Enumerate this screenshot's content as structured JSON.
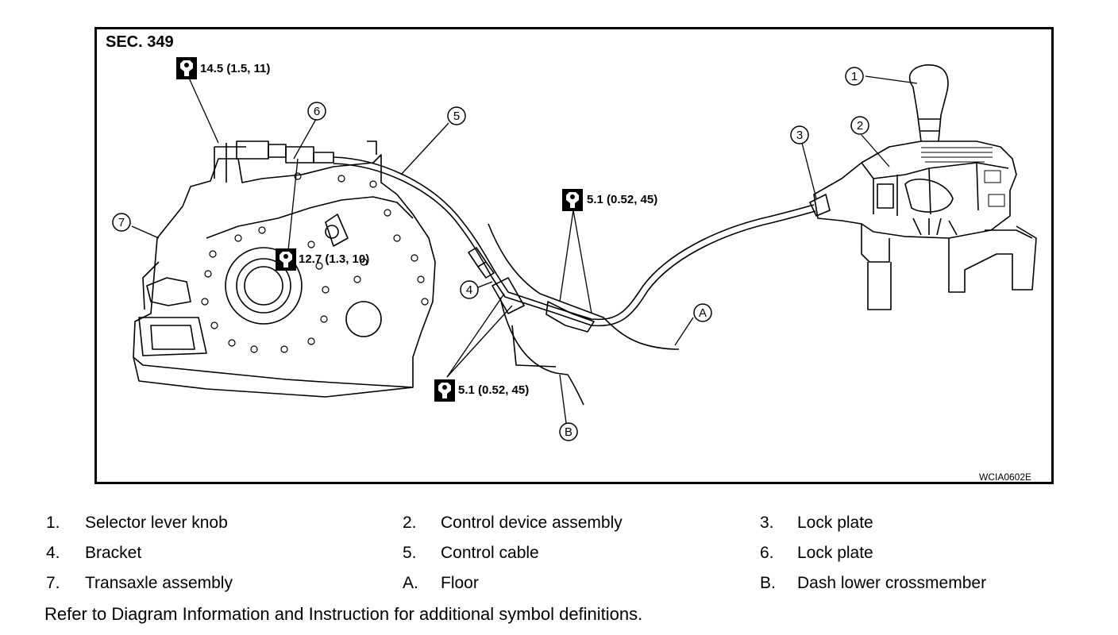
{
  "diagram": {
    "section_label": "SEC. 349",
    "reference_code": "WCIA0602E",
    "torque_specs": [
      {
        "id": "t1",
        "text": "14.5 (1.5, 11)",
        "icon": "torque-wrench-icon"
      },
      {
        "id": "t2",
        "text": "12.7 (1.3, 10)",
        "icon": "torque-wrench-icon"
      },
      {
        "id": "t3",
        "text": "5.1 (0.52, 45)",
        "icon": "torque-wrench-icon"
      },
      {
        "id": "t4",
        "text": "5.1 (0.52, 45)",
        "icon": "torque-wrench-icon"
      }
    ],
    "callouts": [
      "1",
      "2",
      "3",
      "4",
      "5",
      "6",
      "7",
      "A",
      "B"
    ]
  },
  "legend": [
    {
      "key": "1.",
      "label": "Selector lever knob"
    },
    {
      "key": "2.",
      "label": "Control device assembly"
    },
    {
      "key": "3.",
      "label": "Lock plate"
    },
    {
      "key": "4.",
      "label": "Bracket"
    },
    {
      "key": "5.",
      "label": "Control cable"
    },
    {
      "key": "6.",
      "label": "Lock plate"
    },
    {
      "key": "7.",
      "label": "Transaxle assembly"
    },
    {
      "key": "A.",
      "label": "Floor"
    },
    {
      "key": "B.",
      "label": "Dash lower crossmember"
    }
  ],
  "footer": {
    "note": "Refer to Diagram Information and Instruction for additional symbol definitions."
  }
}
